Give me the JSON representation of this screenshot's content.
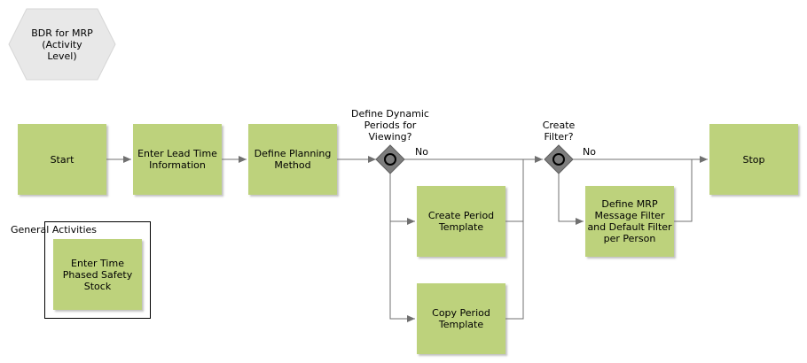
{
  "title": {
    "line1": "BDR for MRP",
    "line2": "(Activity",
    "line3": "Level)"
  },
  "nodes": {
    "start": "Start",
    "enter_lead_time": "Enter Lead Time Information",
    "define_planning": "Define Planning Method",
    "create_period": "Create Period Template",
    "copy_period": "Copy Period Template",
    "define_mrp_filter": "Define MRP Message Filter and Default Filter per Person",
    "stop": "Stop",
    "enter_time_phased": "Enter Time Phased Safety Stock"
  },
  "decisions": {
    "dynamic_periods": {
      "line1": "Define Dynamic",
      "line2": "Periods for",
      "line3": "Viewing?"
    },
    "create_filter": {
      "line1": "Create",
      "line2": "Filter?"
    }
  },
  "edge_labels": {
    "no_1": "No",
    "no_2": "No"
  },
  "group": {
    "label": "General Activities"
  },
  "colors": {
    "activity": "#bdd27c",
    "hexagon": "#e8e8e8",
    "gateway": "#7d7d7d",
    "connector": "#707070"
  }
}
